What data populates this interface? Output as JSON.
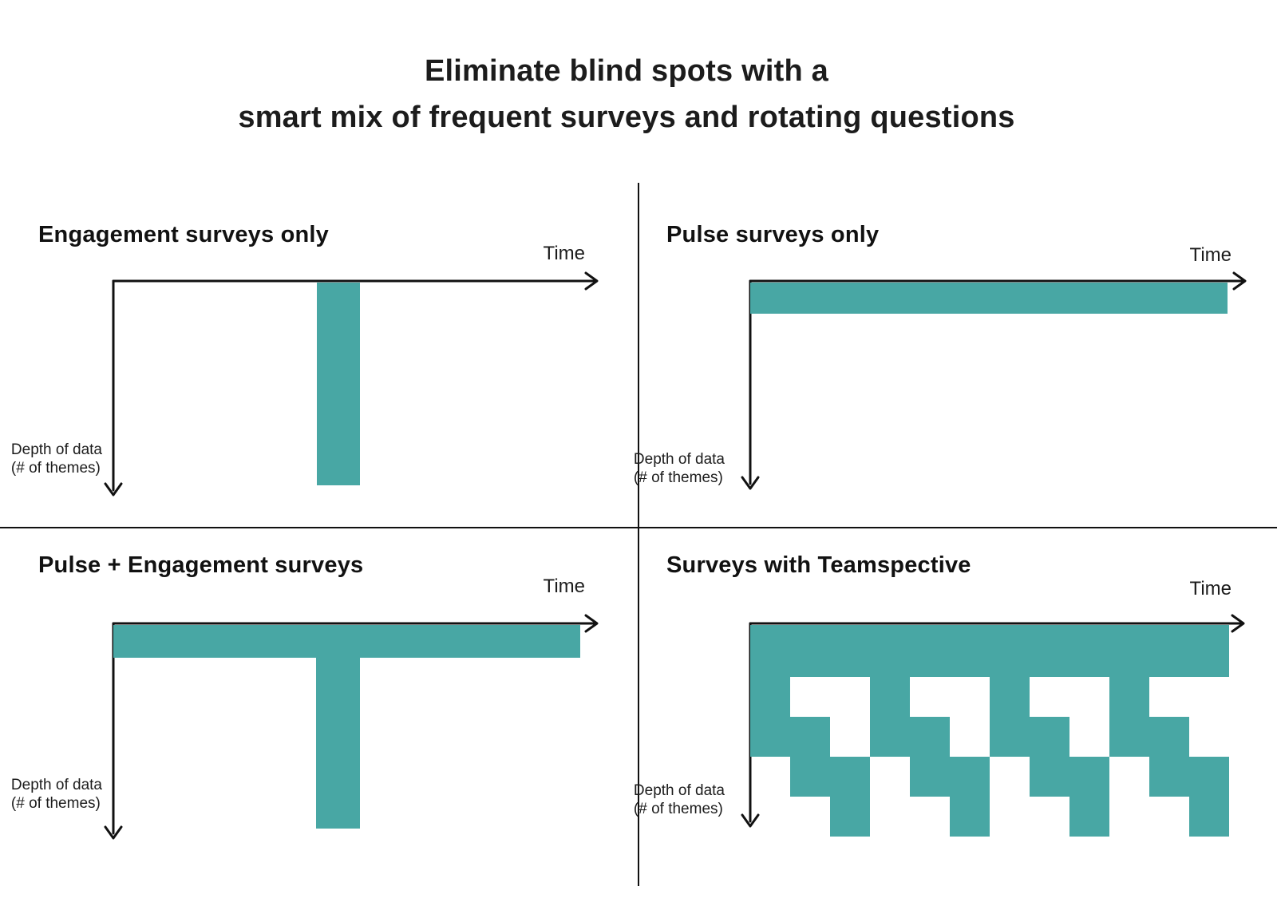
{
  "page": {
    "title_line1": "Eliminate blind spots with a",
    "title_line2": "smart mix of frequent surveys and rotating questions"
  },
  "accent_color": "#48a7a4",
  "axis_labels": {
    "time": "Time",
    "depth_line1": "Depth of data",
    "depth_line2": "(# of themes)"
  },
  "quadrants": [
    {
      "id": "engagement-surveys-only",
      "title": "Engagement surveys only",
      "rects": [
        [
          397,
          354,
          54,
          254
        ]
      ]
    },
    {
      "id": "pulse-surveys-only",
      "title": "Pulse surveys only",
      "rects": [
        [
          940,
          354,
          598,
          39
        ]
      ]
    },
    {
      "id": "pulse-plus-engagement-surveys",
      "title": "Pulse + Engagement surveys",
      "rects": [
        [
          142,
          783,
          585,
          41
        ],
        [
          396,
          824,
          55,
          214
        ]
      ]
    },
    {
      "id": "surveys-with-teamspective",
      "title": "Surveys with Teamspective",
      "rects": [
        [
          940,
          783,
          600,
          65
        ],
        [
          940,
          848,
          50,
          50
        ],
        [
          1090,
          848,
          50,
          50
        ],
        [
          1240,
          848,
          50,
          50
        ],
        [
          1390,
          848,
          50,
          50
        ],
        [
          940,
          898,
          100,
          50
        ],
        [
          1090,
          898,
          100,
          50
        ],
        [
          1240,
          898,
          100,
          50
        ],
        [
          1390,
          898,
          100,
          50
        ],
        [
          990,
          948,
          100,
          50
        ],
        [
          1140,
          948,
          100,
          50
        ],
        [
          1290,
          948,
          100,
          50
        ],
        [
          1440,
          948,
          100,
          50
        ],
        [
          1040,
          998,
          50,
          50
        ],
        [
          1190,
          998,
          50,
          50
        ],
        [
          1340,
          998,
          50,
          50
        ],
        [
          1490,
          998,
          50,
          50
        ]
      ]
    }
  ]
}
